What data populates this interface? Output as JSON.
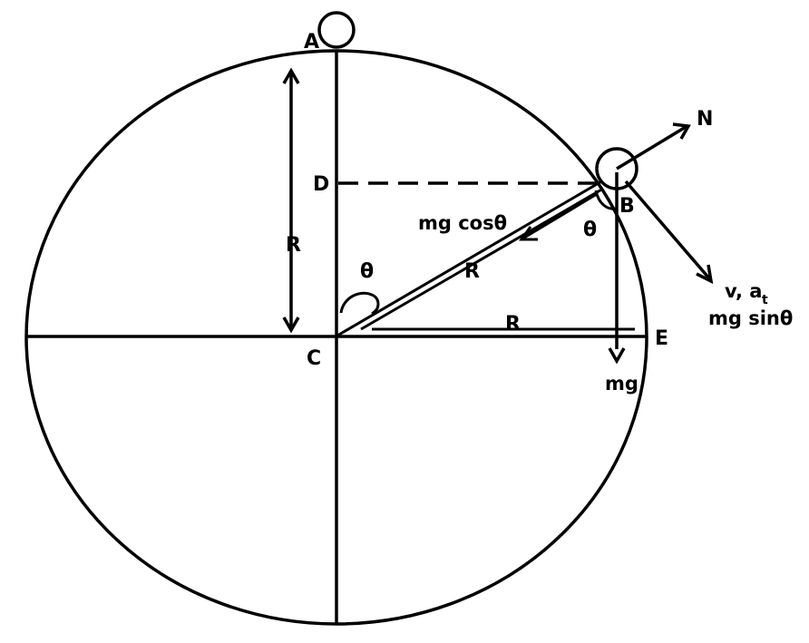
{
  "diagram": {
    "points": {
      "a": "A",
      "b": "B",
      "c": "C",
      "d": "D",
      "e": "E"
    },
    "radius_labels": {
      "vertical": "R",
      "incline": "R",
      "horizontal": "R"
    },
    "angle_labels": {
      "at_center": "θ",
      "at_b": "θ"
    },
    "forces": {
      "normal": "N",
      "radial_component": "mg cosθ",
      "tangential_velocity": "v, a",
      "tangential_subscript": "t",
      "tangential_component": "mg sinθ",
      "weight": "mg"
    },
    "colors": {
      "ink": "#000000",
      "background": "#ffffff"
    }
  }
}
